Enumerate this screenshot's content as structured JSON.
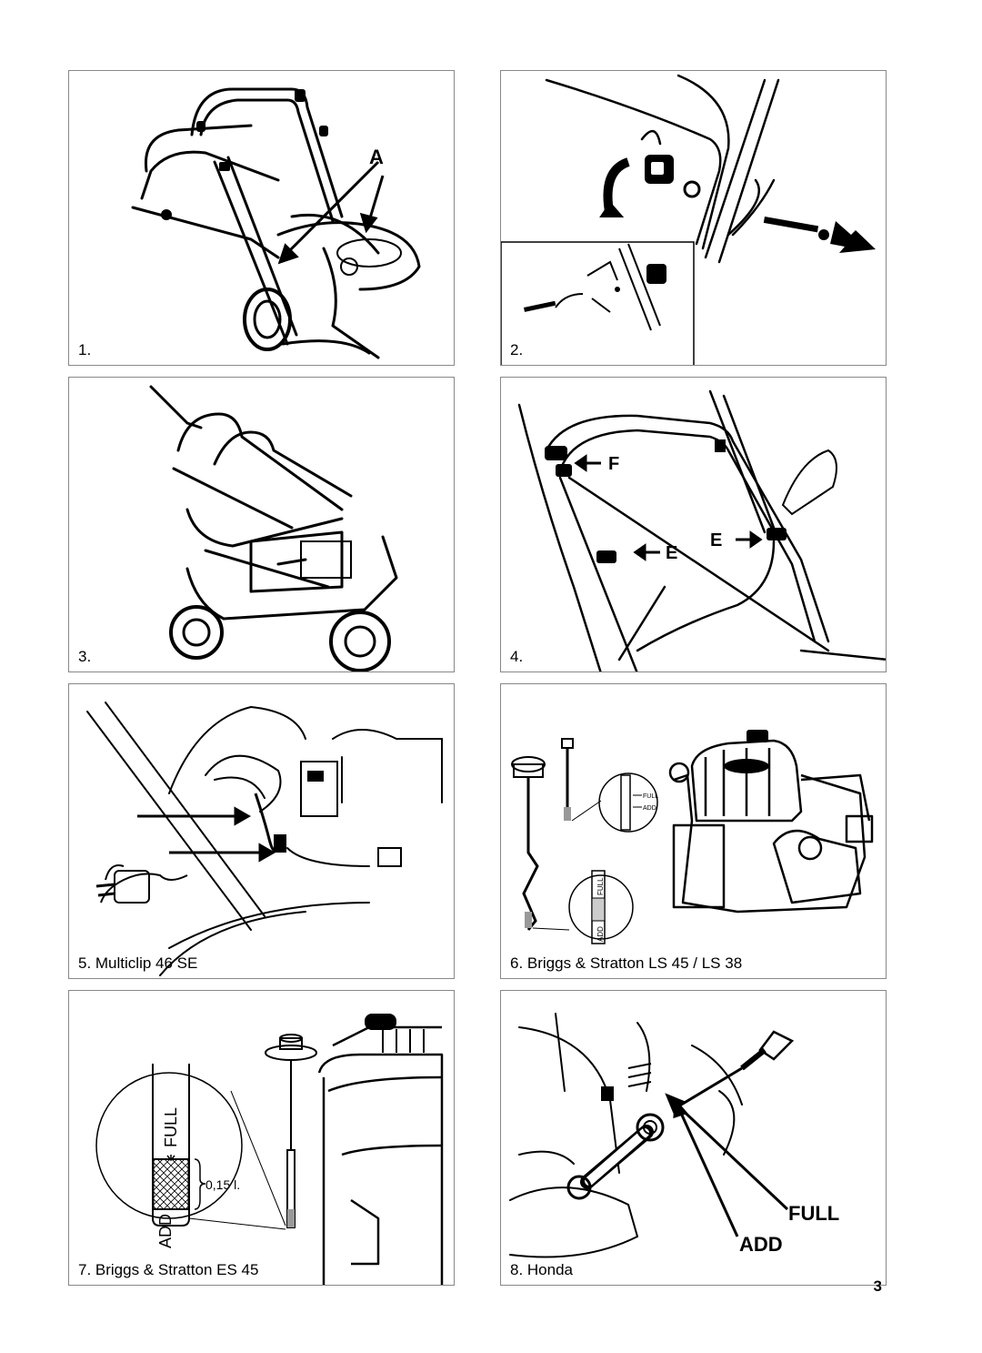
{
  "panels": [
    {
      "caption": "1.",
      "callouts": [
        "A"
      ]
    },
    {
      "caption": "2."
    },
    {
      "caption": "3."
    },
    {
      "caption": "4.",
      "callouts": [
        "F",
        "E",
        "E"
      ]
    },
    {
      "caption": "5. Multiclip 46 SE"
    },
    {
      "caption": "6. Briggs & Stratton LS 45 / LS 38",
      "callouts": [
        "FULL",
        "ADD",
        "FULL",
        "ADD"
      ]
    },
    {
      "caption": "7. Briggs & Stratton ES 45",
      "callouts": [
        "FULL",
        "ADD",
        "0,15 l."
      ]
    },
    {
      "caption": "8. Honda",
      "callouts": [
        "FULL",
        "ADD"
      ]
    }
  ],
  "page_number": "3"
}
